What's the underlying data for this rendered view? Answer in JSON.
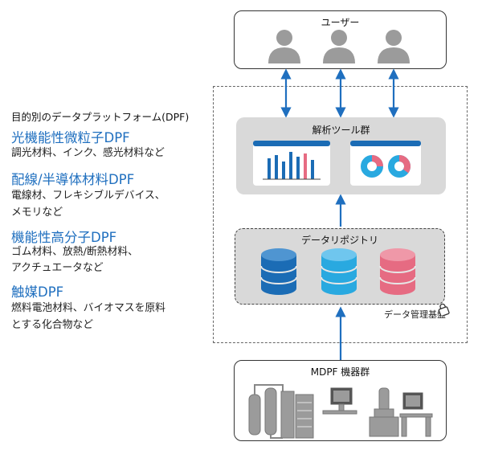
{
  "left_panel": {
    "heading": "目的別のデータプラットフォーム(DPF)",
    "categories": [
      {
        "title": "光機能性微粒子DPF",
        "lines": [
          "調光材料、インク、感光材料など"
        ]
      },
      {
        "title": "配線/半導体材料DPF",
        "lines": [
          "電線材、フレキシブルデバイス、",
          "メモリなど"
        ]
      },
      {
        "title": "機能性高分子DPF",
        "lines": [
          "ゴム材料、放熱/断熱材料、",
          "アクチュエータなど"
        ]
      },
      {
        "title": "触媒DPF",
        "lines": [
          "燃料電池材料、バイオマスを原料",
          "とする化合物など"
        ]
      }
    ]
  },
  "diagram": {
    "users_label": "ユーザー",
    "tools_label": "解析ツール群",
    "repository_label": "データリポジトリ",
    "platform_label": "データ管理基盤",
    "equipment_label": "MDPF 機器群",
    "colors": {
      "accent_blue": "#1f6fbf",
      "db_dark_blue": "#1b6cb5",
      "db_light_blue": "#29a9e0",
      "db_pink": "#e66b82",
      "panel_gray": "#d9d9d9",
      "person_gray": "#9b9b9b"
    },
    "icons": [
      "user-icon",
      "bar-chart-icon",
      "donut-chart-icon",
      "database-icon",
      "lock-icon",
      "lab-equipment-icon",
      "microscope-icon"
    ]
  }
}
